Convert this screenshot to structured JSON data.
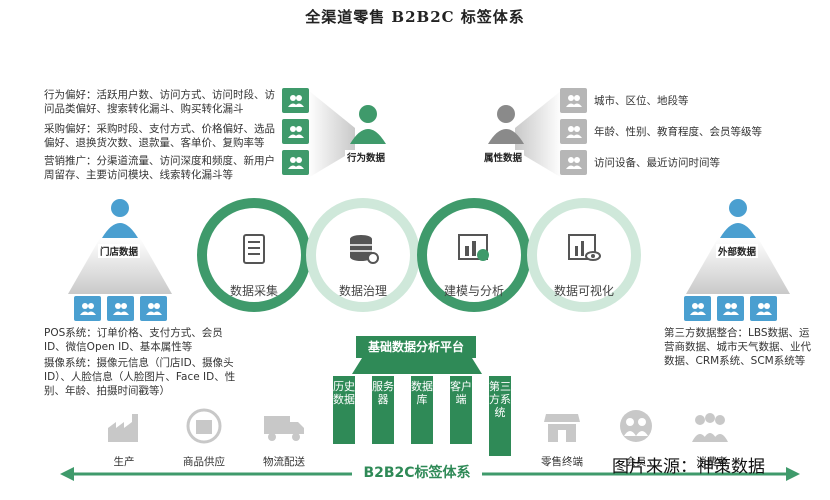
{
  "title": "全渠道零售 B2B2C 标签体系",
  "left_notes": {
    "behavior_pref": "行为偏好：活跃用户数、访问方式、访问时段、访问品类偏好、搜索转化漏斗、购买转化漏斗",
    "purchase_pref": "采购偏好：采购时段、支付方式、价格偏好、选品偏好、退换货次数、退款量、客单价、复购率等",
    "marketing": "营销推广：分渠道流量、访问深度和频度、新用户周留存、主要访问模块、线索转化漏斗等"
  },
  "right_notes": {
    "line1": "城市、区位、地段等",
    "line2": "年龄、性别、教育程度、会员等级等",
    "line3": "访问设备、最近访问时间等"
  },
  "nodes": {
    "behavior": "行为数据",
    "attribute": "属性数据",
    "store": "门店数据",
    "external": "外部数据"
  },
  "rings": [
    {
      "label": "数据采集",
      "icon": "list-icon"
    },
    {
      "label": "数据治理",
      "icon": "database-gear-icon"
    },
    {
      "label": "建模与分析",
      "icon": "chart-analysis-icon"
    },
    {
      "label": "数据可视化",
      "icon": "chart-eye-icon"
    }
  ],
  "store_notes": {
    "pos": "POS系统：订单价格、支付方式、会员ID、微信Open ID、基本属性等",
    "camera": "摄像系统：摄像元信息（门店ID、摄像头ID）、人脸信息（人脸图片、Face ID、性别、年龄、拍摄时间戳等）"
  },
  "external_note": "第三方数据整合：LBS数据、运营商数据、城市天气数据、业代数据、CRM系统、SCM系统等",
  "platform": {
    "label": "基础数据分析平台",
    "columns": [
      "历史数据",
      "服务器",
      "数据库",
      "客户端",
      "第三方系统"
    ]
  },
  "bottom": {
    "items": [
      {
        "label": "生产",
        "icon": "factory-icon"
      },
      {
        "label": "商品供应",
        "icon": "box-icon"
      },
      {
        "label": "物流配送",
        "icon": "truck-icon"
      },
      {
        "label": "零售终端",
        "icon": "store-icon"
      },
      {
        "label": "会员",
        "icon": "member-icon"
      },
      {
        "label": "消费者",
        "icon": "consumer-icon"
      }
    ],
    "axis_label": "B2B2C标签体系",
    "source": "图片来源：神策数据"
  },
  "colors": {
    "green": "#3f9a6b",
    "dark_green": "#2f8a57",
    "blue": "#4a9fd0",
    "gray": "#b6b6b6",
    "light_green": "#cfe8da"
  }
}
